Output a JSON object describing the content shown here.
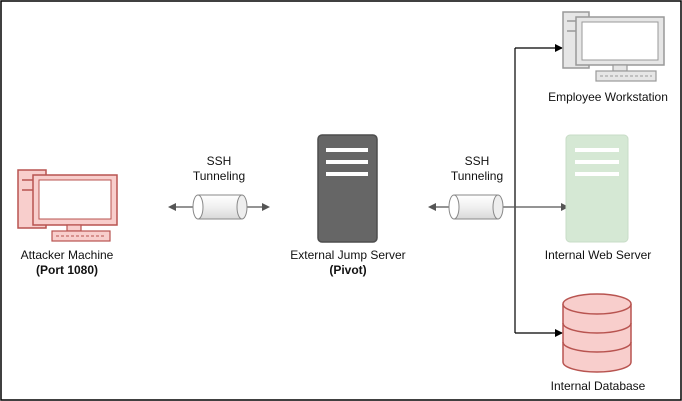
{
  "nodes": {
    "attacker": {
      "name": "Attacker Machine",
      "detail": "(Port 1080)",
      "color": "#b85450",
      "fill": "#f8cecc"
    },
    "jump_server": {
      "name": "External Jump Server",
      "detail": "(Pivot)",
      "color": "#4d4d4d",
      "fill": "#666666"
    },
    "workstation": {
      "name": "Employee Workstation",
      "color": "#999999",
      "fill": "#e6e6e6"
    },
    "web_server": {
      "name": "Internal Web Server",
      "color": "#d5e8d4",
      "fill": "#d5e8d4"
    },
    "database": {
      "name": "Internal Database",
      "color": "#b85450",
      "fill": "#f8cecc"
    }
  },
  "tunnels": [
    {
      "line1": "SSH",
      "line2": "Tunneling"
    },
    {
      "line1": "SSH",
      "line2": "Tunneling"
    }
  ],
  "colors": {
    "border": "#000000",
    "line": "#555555",
    "tunnel_stroke": "#888888"
  }
}
